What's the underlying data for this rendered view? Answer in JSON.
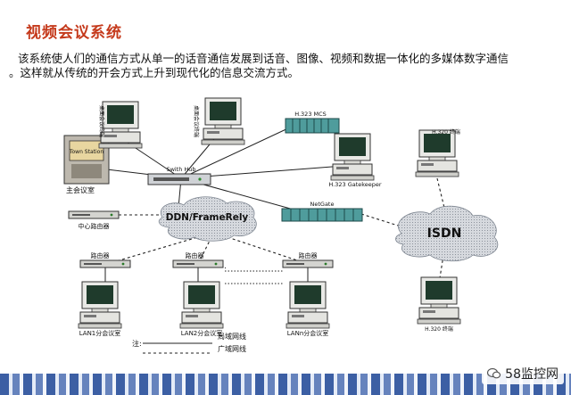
{
  "title": "视频会议系统",
  "intro": {
    "line1": "该系统使人们的通信方式从单一的话音通信发展到话音、图像、视频和数据一体化的多媒体数字通信",
    "line2": "。这样就从传统的开会方式上升到现代化的信息交流方式。"
  },
  "nodes": {
    "switch_hub": "Swith Hub",
    "h323_mcs": "H.323 MCS",
    "h323_gatekeeper": "H.323 Gatekeeper",
    "netgate": "NetGate",
    "h320_top": "H.320 终端",
    "h320_bottom": "H.320 终端",
    "main_room": "主会议室",
    "main_room_sign": "Town Station",
    "center_router": "中心路由器",
    "desktop1": "桌面会议终端",
    "desktop2": "桌面会议终端",
    "router1": "路由器",
    "router2": "路由器",
    "router3": "路由器",
    "lan1": "LAN1分会议室",
    "lan2": "LAN2分会议室",
    "lann": "LANn分会议室"
  },
  "clouds": {
    "ddn": "DDN/FrameRely",
    "isdn": "ISDN"
  },
  "legend": {
    "note": "注:",
    "lan_label": "局域网线",
    "wan_label": "广域网线"
  },
  "watermark": "58监控网",
  "colors": {
    "title": "#c53a1c",
    "footer": "#3c5fa4",
    "cloud": "#c8ccd2",
    "equipment": "#4f9c9c"
  }
}
